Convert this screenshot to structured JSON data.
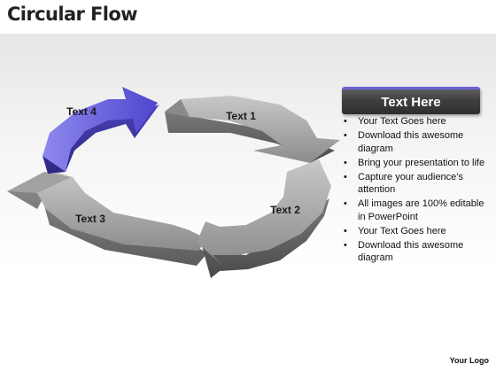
{
  "title": "Circular Flow",
  "segments": [
    {
      "label": "Text 1",
      "color": "#9a9a9a"
    },
    {
      "label": "Text 2",
      "color": "#9a9a9a"
    },
    {
      "label": "Text 3",
      "color": "#9a9a9a"
    },
    {
      "label": "Text 4",
      "color": "#6b63dd"
    }
  ],
  "panel": {
    "heading": "Text Here",
    "bullets": [
      "Your Text Goes here",
      "Download this awesome diagram",
      "Bring your presentation to life",
      "Capture your audience’s attention",
      "All images are 100% editable in PowerPoint",
      "Your Text Goes here",
      "Download this awesome diagram"
    ]
  },
  "brand": "Your Logo"
}
